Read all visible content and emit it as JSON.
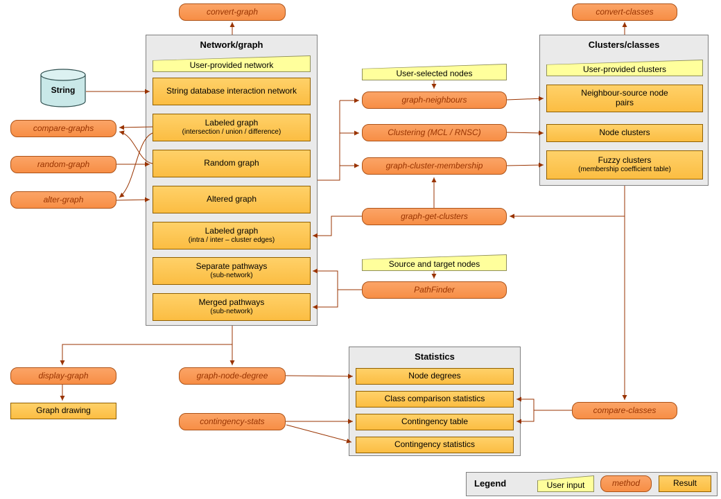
{
  "titles": {
    "network_graph": "Network/graph",
    "clusters_classes": "Clusters/classes",
    "statistics": "Statistics",
    "legend": "Legend"
  },
  "database": {
    "string": "String"
  },
  "methods": {
    "convert_graph": "convert-graph",
    "convert_classes": "convert-classes",
    "compare_graphs": "compare-graphs",
    "random_graph": "random-graph",
    "alter_graph": "alter-graph",
    "graph_neighbours": "graph-neighbours",
    "clustering": "Clustering (MCL / RNSC)",
    "graph_cluster_membership": "graph-cluster-membership",
    "graph_get_clusters": "graph-get-clusters",
    "pathfinder": "PathFinder",
    "display_graph": "display-graph",
    "graph_node_degree": "graph-node-degree",
    "contingency_stats": "contingency-stats",
    "compare_classes": "compare-classes"
  },
  "user_inputs": {
    "network": "User-provided network",
    "selected_nodes": "User-selected nodes",
    "clusters": "User-provided clusters",
    "source_target": "Source and target nodes"
  },
  "results": {
    "string_network": {
      "label": "String database interaction network"
    },
    "labeled_graph_set": {
      "label": "Labeled graph",
      "sub": "(intersection / union / difference)"
    },
    "random_graph": {
      "label": "Random graph"
    },
    "altered_graph": {
      "label": "Altered graph"
    },
    "labeled_graph_clusters": {
      "label": "Labeled graph",
      "sub": "(intra / inter – cluster edges)"
    },
    "separate_pathways": {
      "label": "Separate pathways",
      "sub": "(sub-network)"
    },
    "merged_pathways": {
      "label": "Merged pathways",
      "sub": "(sub-network)"
    },
    "neighbour_source_pairs": {
      "label": "Neighbour-source node pairs"
    },
    "node_clusters": {
      "label": "Node clusters"
    },
    "fuzzy_clusters": {
      "label": "Fuzzy clusters",
      "sub": "(membership coefficient table)"
    },
    "graph_drawing": {
      "label": "Graph drawing"
    },
    "node_degrees": {
      "label": "Node degrees"
    },
    "class_comparison": {
      "label": "Class comparison statistics"
    },
    "contingency_table": {
      "label": "Contingency table"
    },
    "contingency_statistics": {
      "label": "Contingency statistics"
    }
  },
  "legend": {
    "user_input": "User input",
    "method": "method",
    "result": "Result"
  },
  "colors": {
    "method_fill": "#F89552",
    "result_fill": "#FDC452",
    "user_input_fill": "#FFFF9C",
    "panel_bg": "#EAEAEA",
    "arrow": "#993300",
    "database_fill": "#C9E8E8"
  }
}
